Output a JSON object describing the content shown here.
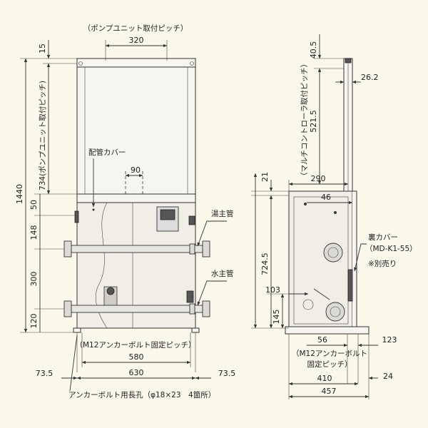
{
  "colors": {
    "background": "#fbf7ea",
    "line": "#333333",
    "body": "#f1eee7"
  },
  "front_view": {
    "pump_unit_pitch_label": "（ポンプユニット取付ピッチ）",
    "pump_unit_pitch": "320",
    "top_offset": "15",
    "pump_unit_pitch_vertical_label": "734(ポンプユニット取付ピッチ)",
    "total_height": "1440",
    "dim_50": "50",
    "dim_148": "148",
    "dim_300": "300",
    "dim_120": "120",
    "pipe_cover_label": "配管カバー",
    "pipe_cover_width": "90",
    "hot_water_pipe_label": "湯主管",
    "water_pipe_label": "水主管",
    "anchor_bolt_pitch_label": "（M12アンカーボルト固定ピッチ）",
    "dim_580": "580",
    "dim_630": "630",
    "left_offset": "73.5",
    "right_offset": "73.5",
    "anchor_hole_note": "アンカーボルト用長孔（φ18×23　4箇所）"
  },
  "side_view": {
    "dim_40_5": "40.5",
    "dim_26_2": "26.2",
    "multi_controller_pitch_label": "（マルチコントローラ取付ピッチ）",
    "dim_521_5": "521.5",
    "dim_290": "290",
    "dim_21": "21",
    "dim_46": "46",
    "back_cover_label": "裏カバー",
    "back_cover_model": "（MD-K1-55）",
    "sold_separately": "※別売り",
    "dim_724_5": "724.5",
    "dim_103": "103",
    "dim_145": "145",
    "dim_56": "56",
    "dim_123": "123",
    "anchor_bolt_label_line1": "（M12アンカーボルト",
    "anchor_bolt_label_line2": "固定ピッチ）",
    "dim_410": "410",
    "dim_24": "24",
    "dim_457": "457"
  }
}
